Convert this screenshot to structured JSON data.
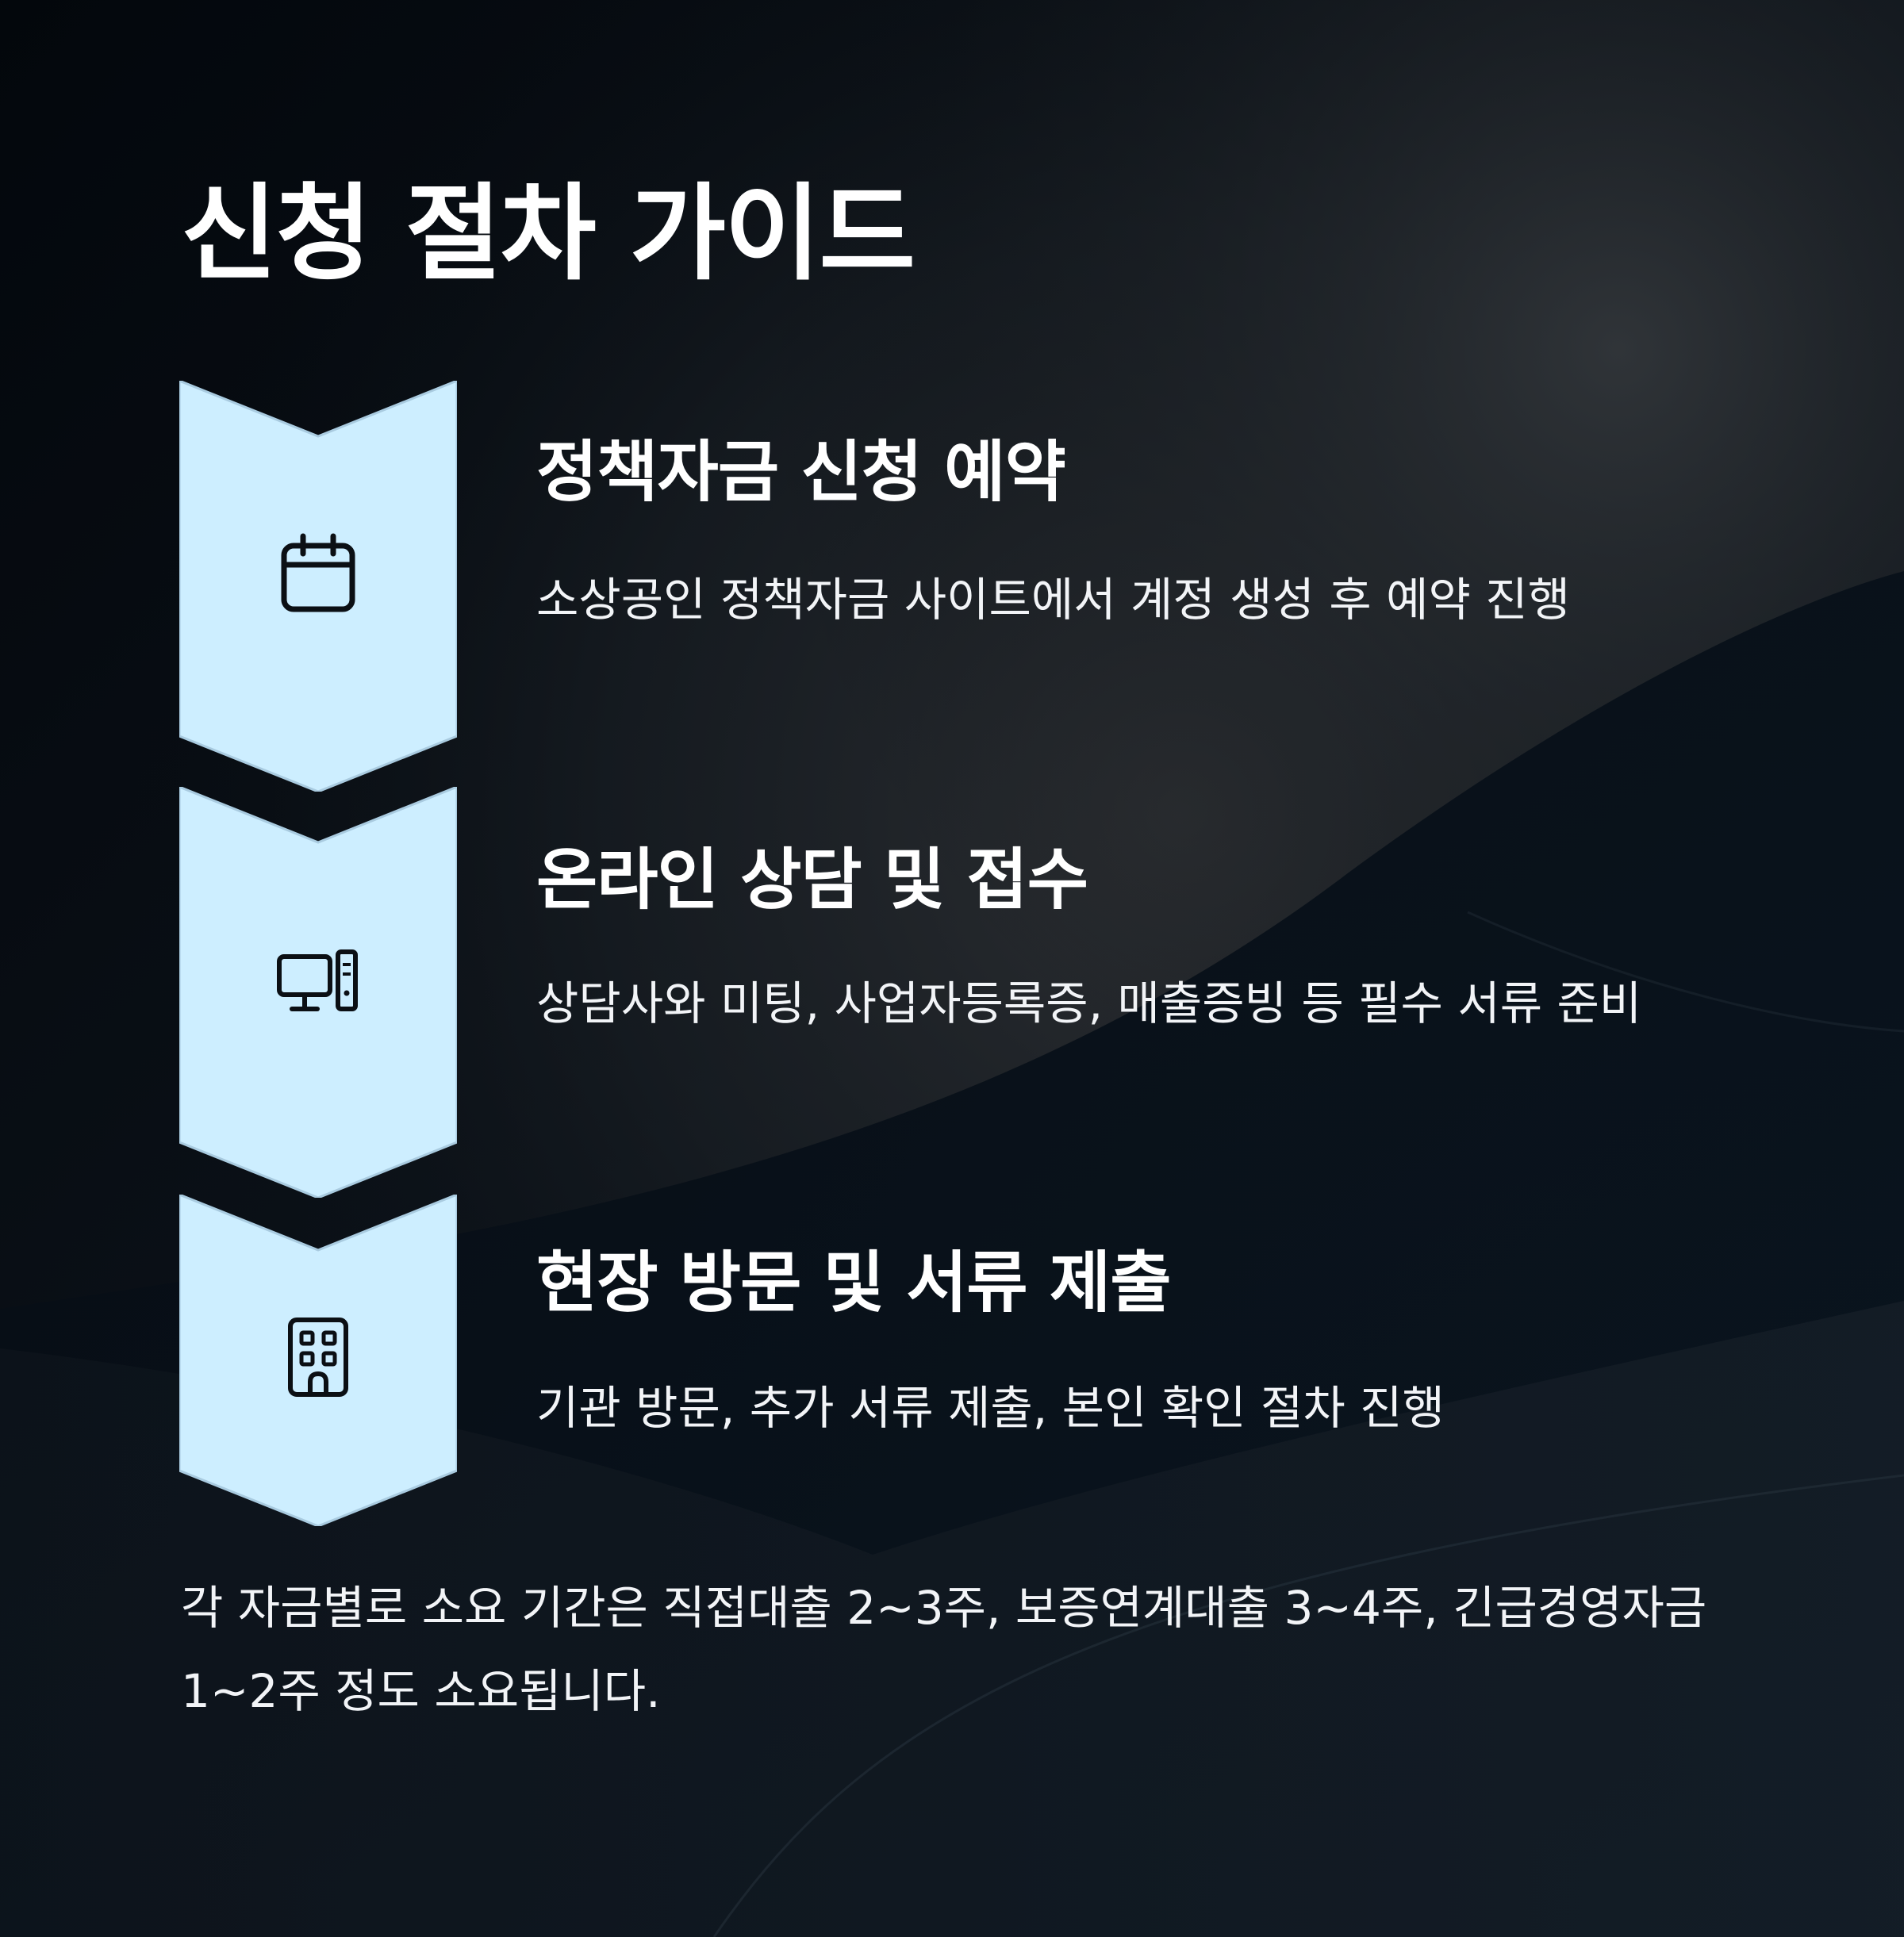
{
  "page": {
    "title": "신청 절차 가이드"
  },
  "colors": {
    "chevron_fill": "#cdeeff",
    "icon_stroke": "#0b0f14",
    "text": "#ffffff",
    "background": "#05090f"
  },
  "steps": [
    {
      "icon": "calendar-icon",
      "title": "정책자금 신청 예약",
      "description": "소상공인 정책자금 사이트에서 계정 생성 후 예약 진행"
    },
    {
      "icon": "computer-icon",
      "title": "온라인 상담 및 접수",
      "description": "상담사와 미팅, 사업자등록증, 매출증빙 등 필수 서류 준비"
    },
    {
      "icon": "building-icon",
      "title": "현장 방문 및 서류 제출",
      "description": "기관 방문, 추가 서류 제출, 본인 확인 절차 진행"
    }
  ],
  "footer": {
    "note": "각 자금별로 소요 기간은 직접대출 2~3주, 보증연계대출 3~4주, 긴급경영자금 1~2주 정도 소요됩니다."
  }
}
